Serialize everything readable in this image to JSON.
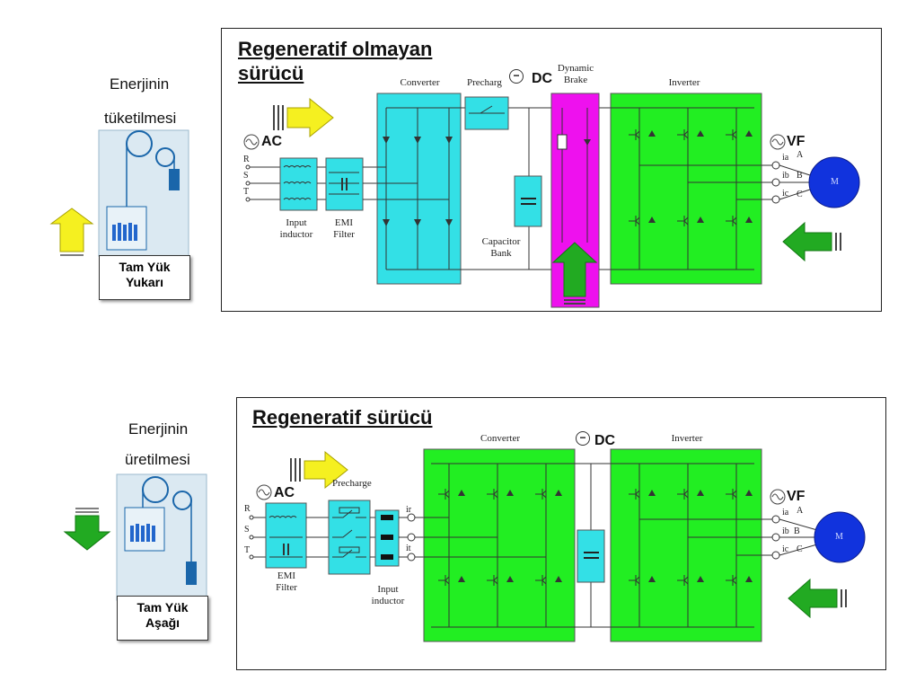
{
  "top": {
    "side_line1": "Enerjinin",
    "side_line2": "tüketilmesi",
    "load_line1": "Tam Yük",
    "load_line2": "Yukarı",
    "title_line1": "Regeneratif olmayan",
    "title_line2": "sürücü",
    "ac": "AC",
    "dc": "DC",
    "vf": "VF",
    "converter": "Converter",
    "precharge": "Precharg",
    "dynamic": "Dynamic",
    "brake": "Brake",
    "inverter": "Inverter",
    "input_inductor_1": "Input",
    "input_inductor_2": "inductor",
    "emi_1": "EMI",
    "emi_2": "Filter",
    "cap_1": "Capacitor",
    "cap_2": "Bank",
    "in_r": "R",
    "in_s": "S",
    "in_t": "T",
    "out_ia": "ia",
    "out_ib": "ib",
    "out_ic": "ic",
    "out_a": "A",
    "out_b": "B",
    "out_c": "C",
    "motor": "M"
  },
  "bottom": {
    "side_line1": "Enerjinin",
    "side_line2": "üretilmesi",
    "load_line1": "Tam Yük",
    "load_line2": "Aşağı",
    "title": "Regeneratif sürücü",
    "ac": "AC",
    "dc": "DC",
    "vf": "VF",
    "converter": "Converter",
    "precharge": "Precharge",
    "inverter": "Inverter",
    "emi_1": "EMI",
    "emi_2": "Filter",
    "input_inductor_1": "Input",
    "input_inductor_2": "inductor",
    "in_r": "R",
    "in_s": "S",
    "in_t": "T",
    "in_ir": "ir",
    "in_it": "it",
    "out_ia": "ia",
    "out_ib": "ib",
    "out_ic": "ic",
    "out_a": "A",
    "out_b": "B",
    "out_c": "C",
    "motor": "M"
  },
  "colors": {
    "cyan": "#33e0e6",
    "green": "#22ee22",
    "magenta": "#ee11ee",
    "yellow_arrow": "#f5f020",
    "green_arrow": "#22aa22",
    "motor": "#1133dd"
  }
}
